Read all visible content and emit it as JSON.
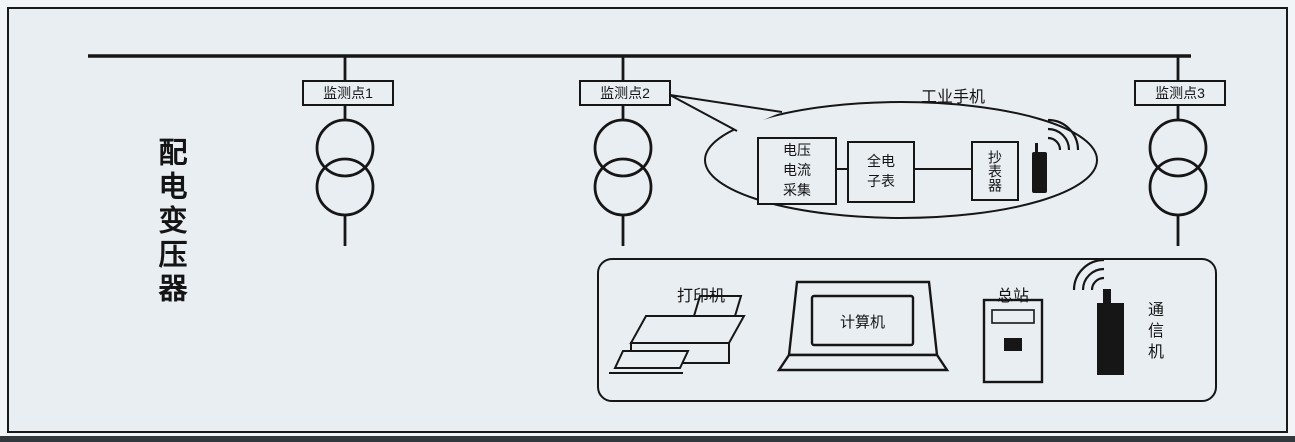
{
  "diagram": {
    "left_label": "配电变压器",
    "monitor_points": [
      {
        "label": "监测点1"
      },
      {
        "label": "监测点2"
      },
      {
        "label": "监测点3"
      }
    ],
    "callout": {
      "title": "工业手机",
      "collector_label": "电压\n电流\n采集",
      "meter_label": "全电\n子表",
      "reader_label": "抄表器"
    },
    "station": {
      "printer_label": "打印机",
      "computer_label": "计算机",
      "master_label": "总站",
      "comm_label": "通信机"
    },
    "colors": {
      "background": "#e9eef3",
      "line": "#161616"
    }
  }
}
